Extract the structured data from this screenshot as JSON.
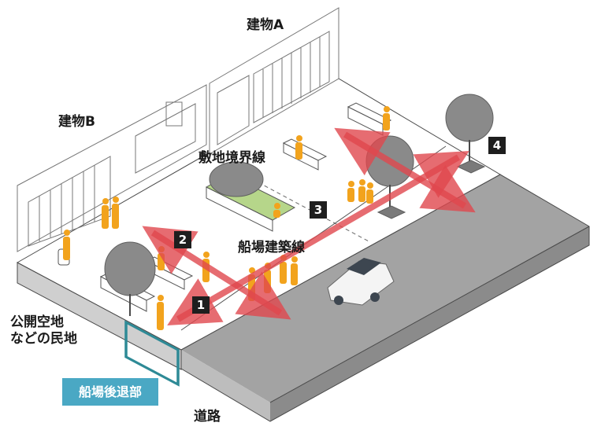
{
  "labels": {
    "building_a": "建物A",
    "building_b": "建物B",
    "boundary_line": "敷地境界線",
    "building_line": "船場建築線",
    "public_open_space": [
      "公開空地",
      "などの民地"
    ],
    "setback_tag": "船場後退部",
    "road": "道路"
  },
  "markers": [
    "1",
    "2",
    "3",
    "4"
  ],
  "colors": {
    "arrow_red": "#e0474d",
    "setback_teal": "#2e8a96",
    "tag_bg": "#4aa8c4",
    "road_gray": "#a3a3a3",
    "figure_orange": "#f2a31d",
    "planter_green": "#b6d68a"
  }
}
